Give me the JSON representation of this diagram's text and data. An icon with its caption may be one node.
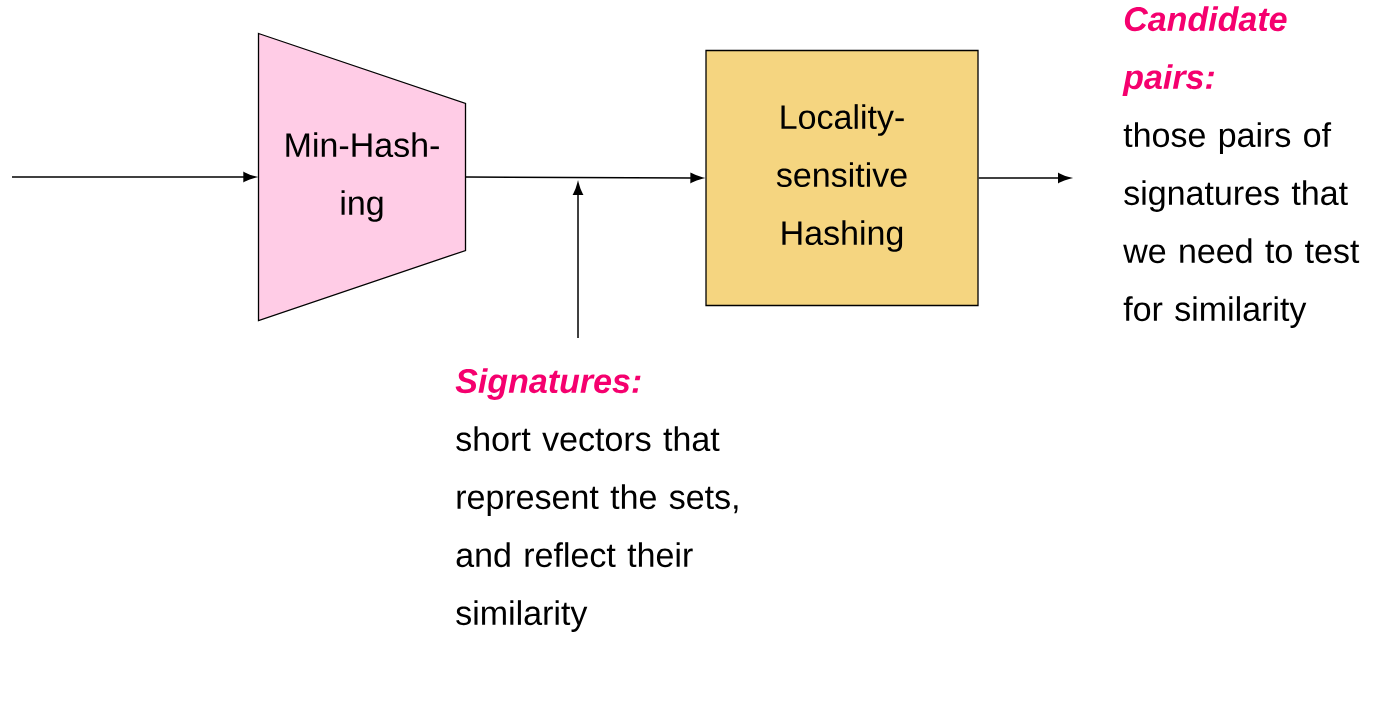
{
  "diagram": {
    "nodes": [
      {
        "text": [
          "Min-Hash- ing"
        ]
      },
      {
        "text": [
          "Locality- sensitive Hashing"
        ]
      },
      {
        "text": [
          "Signatures:",
          "short vectors that represent the sets, and reflect their similarity"
        ]
      },
      {
        "text": [
          "Candidate pairs:",
          "those pairs of signatures that we need to test for similarity"
        ]
      }
    ],
    "edges": [
      {
        "from": null,
        "to": 0,
        "arrow": "to"
      },
      {
        "from": 0,
        "to": 1,
        "arrow": "to"
      },
      {
        "from": 2,
        "to": null,
        "arrow": "to"
      },
      {
        "from": 1,
        "to": 3,
        "arrow": "to"
      }
    ]
  }
}
